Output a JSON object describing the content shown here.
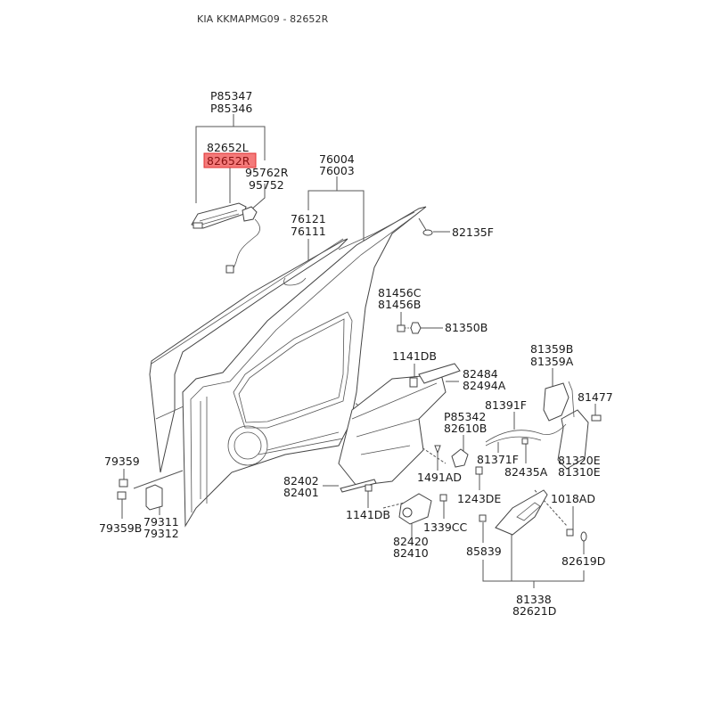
{
  "header": {
    "title": "KIA KKMAPMG09 - 82652R"
  },
  "highlight": {
    "part_number": "82652R",
    "fill_color": "#f47a7a",
    "border_color": "#e03030"
  },
  "callouts": {
    "outside_handle_cover": [
      "P85347",
      "P85346"
    ],
    "outside_handle": [
      "82652L",
      "82652R"
    ],
    "handle_wiring": [
      "95762R",
      "95752"
    ],
    "door_panel": [
      "76004",
      "76003"
    ],
    "door_outer_skin": [
      "76121",
      "76111"
    ],
    "grommet": [
      "82135F"
    ],
    "striker_bolt": [
      "81456C",
      "81456B"
    ],
    "striker": [
      "81350B"
    ],
    "bolt_1141db_top": [
      "1141DB"
    ],
    "regulator_bracket": [
      "82484",
      "82494A"
    ],
    "latch_cover": [
      "81359B",
      "81359A"
    ],
    "latch_bolt": [
      "81477"
    ],
    "cable": [
      "81391F"
    ],
    "regulator_connector": [
      "P85342",
      "82610B"
    ],
    "cable_rod": [
      "81371F"
    ],
    "clip": [
      "82435A"
    ],
    "door_latch": [
      "81320E",
      "81310E"
    ],
    "rivet": [
      "1491AD"
    ],
    "screw_1243de": [
      "1243DE"
    ],
    "screw_1018ad": [
      "1018AD"
    ],
    "hinge_bolt_upper": [
      "79359"
    ],
    "hinge_bolt_lower": [
      "79359B"
    ],
    "door_hinge": [
      "79311",
      "79312"
    ],
    "regulator_rail": [
      "82402",
      "82401"
    ],
    "bolt_1141db_bottom": [
      "1141DB"
    ],
    "regulator_motor": [
      "82420",
      "82410"
    ],
    "nut_1339cc": [
      "1339CC"
    ],
    "clip_85839": [
      "85839"
    ],
    "cap_82619d": [
      "82619D"
    ],
    "inside_handle": [
      "81338",
      "82621D"
    ]
  },
  "icons": {
    "door_assembly": "door-shell-illustration",
    "outside_handle": "door-handle-illustration",
    "regulator": "window-regulator-illustration",
    "latch": "door-latch-illustration",
    "inside_handle": "inside-handle-illustration"
  }
}
